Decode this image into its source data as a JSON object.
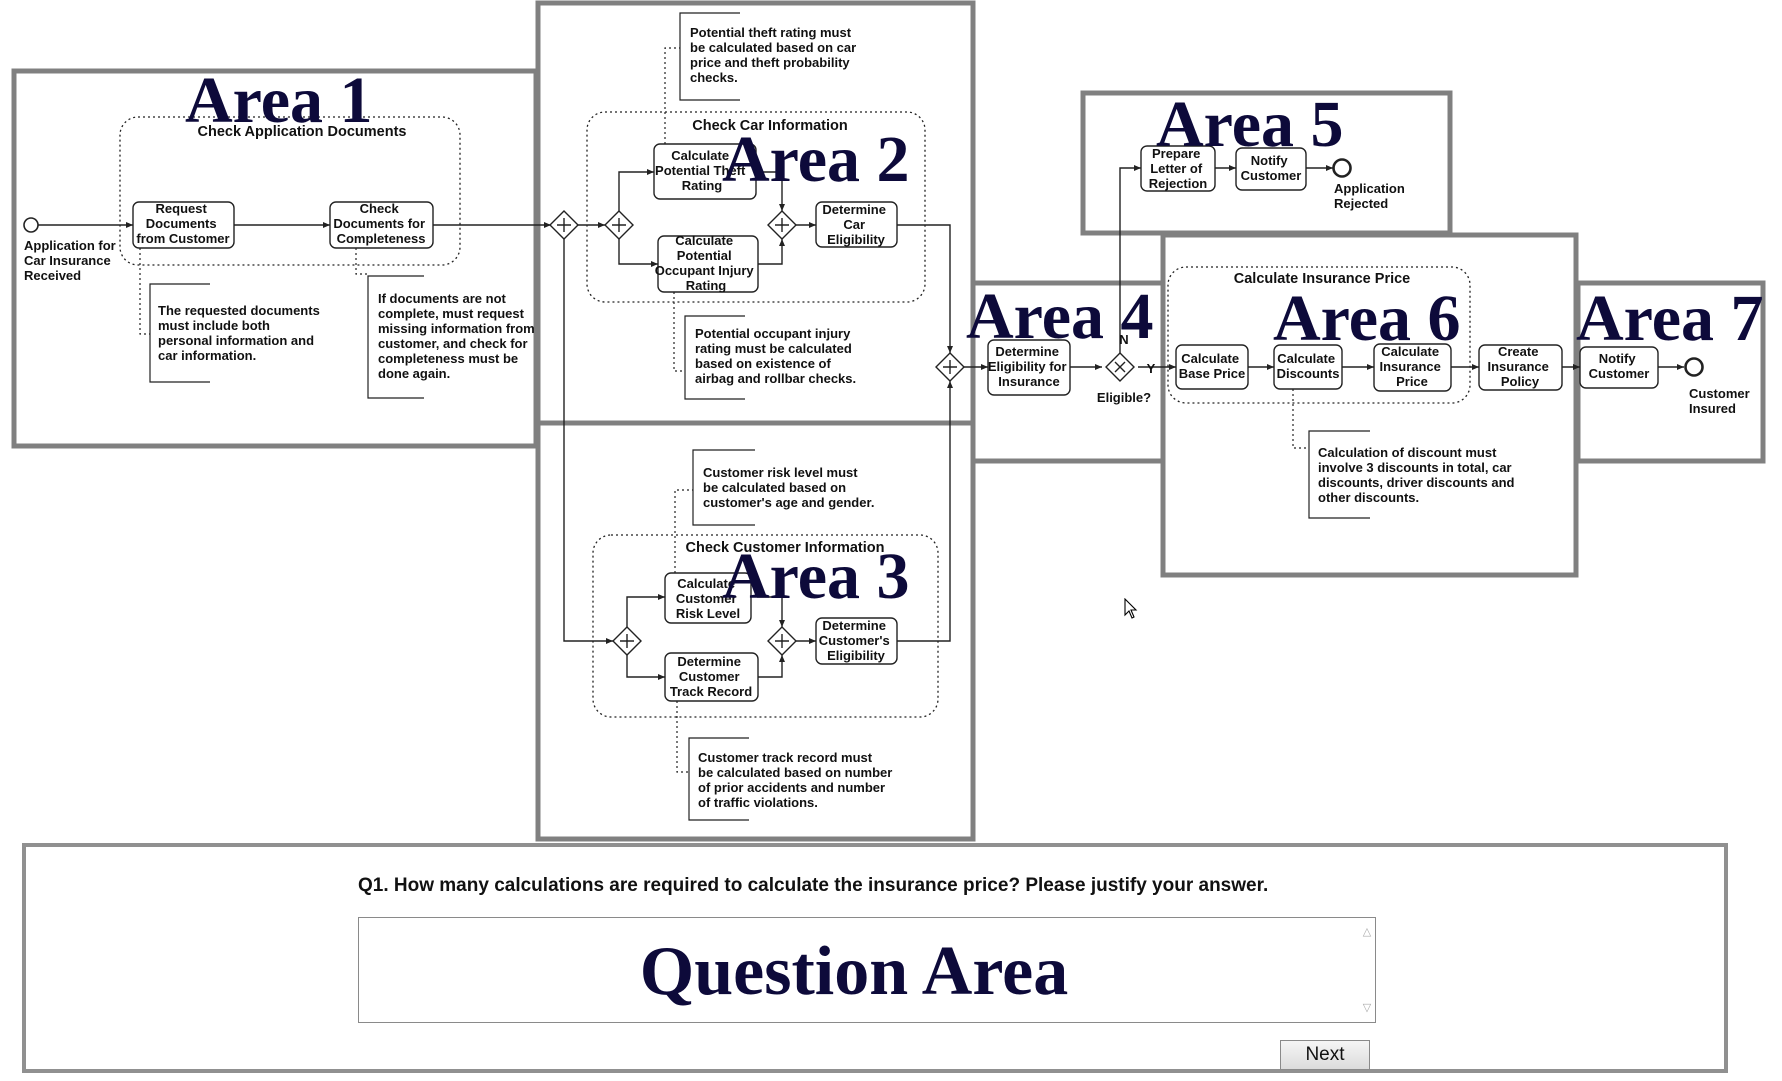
{
  "areas": {
    "a1": "Area 1",
    "a2": "Area 2",
    "a3": "Area 3",
    "a4": "Area 4",
    "a5": "Area 5",
    "a6": "Area 6",
    "a7": "Area 7"
  },
  "events": {
    "start": [
      "Application for",
      "Car Insurance",
      "Received"
    ],
    "rejected": [
      "Application",
      "Rejected"
    ],
    "insured": [
      "Customer",
      "Insured"
    ]
  },
  "subprocesses": {
    "docs": "Check Application Documents",
    "car": "Check Car Information",
    "customer": "Check Customer Information",
    "price": "Calculate Insurance Price"
  },
  "tasks": {
    "request_docs": [
      "Request",
      "Documents",
      "from Customer"
    ],
    "check_docs": [
      "Check",
      "Documents for",
      "Completeness"
    ],
    "theft": [
      "Calculate",
      "Potential Theft",
      "Rating"
    ],
    "occupant": [
      "Calculate",
      "Potential",
      "Occupant Injury",
      "Rating"
    ],
    "car_elig": [
      "Determine",
      "Car",
      "Eligibility"
    ],
    "risk": [
      "Calculate",
      "Customer",
      "Risk Level"
    ],
    "track": [
      "Determine",
      "Customer",
      "Track Record"
    ],
    "cust_elig": [
      "Determine",
      "Customer's",
      "Eligibility"
    ],
    "ins_elig": [
      "Determine",
      "Eligibility for",
      "Insurance"
    ],
    "letter": [
      "Prepare",
      "Letter of",
      "Rejection"
    ],
    "notify_rej": [
      "Notify",
      "Customer"
    ],
    "base_price": [
      "Calculate",
      "Base Price"
    ],
    "discounts": [
      "Calculate",
      "Discounts"
    ],
    "ins_price": [
      "Calculate",
      "Insurance",
      "Price"
    ],
    "policy": [
      "Create",
      "Insurance",
      "Policy"
    ],
    "notify_ins": [
      "Notify",
      "Customer"
    ]
  },
  "gateway": {
    "label": "Eligible?",
    "no": "N",
    "yes": "Y"
  },
  "annotations": {
    "docs_required": [
      "The requested documents",
      "must include both",
      "personal information and",
      "car information."
    ],
    "docs_incomplete": [
      "If documents are not",
      "complete, must request",
      "missing information from",
      "customer, and check for",
      "completeness must be",
      "done again."
    ],
    "theft_note": [
      "Potential theft rating must",
      "be calculated based on car",
      "price and theft probability",
      "checks."
    ],
    "occupant_note": [
      "Potential occupant injury",
      "rating must be calculated",
      "based on existence of",
      "airbag and rollbar checks."
    ],
    "risk_note": [
      "Customer risk level must",
      "be calculated based on",
      "customer's age and gender."
    ],
    "track_note": [
      "Customer track record must",
      "be calculated based on number",
      "of prior accidents and number",
      "of traffic violations."
    ],
    "discount_note": [
      "Calculation of discount must",
      "involve 3 discounts in total, car",
      "discounts, driver discounts and",
      "other discounts."
    ]
  },
  "question": {
    "text": "Q1. How many calculations are required to calculate the insurance price? Please justify your answer.",
    "answer_area_label": "Question Area",
    "next_label": "Next"
  }
}
